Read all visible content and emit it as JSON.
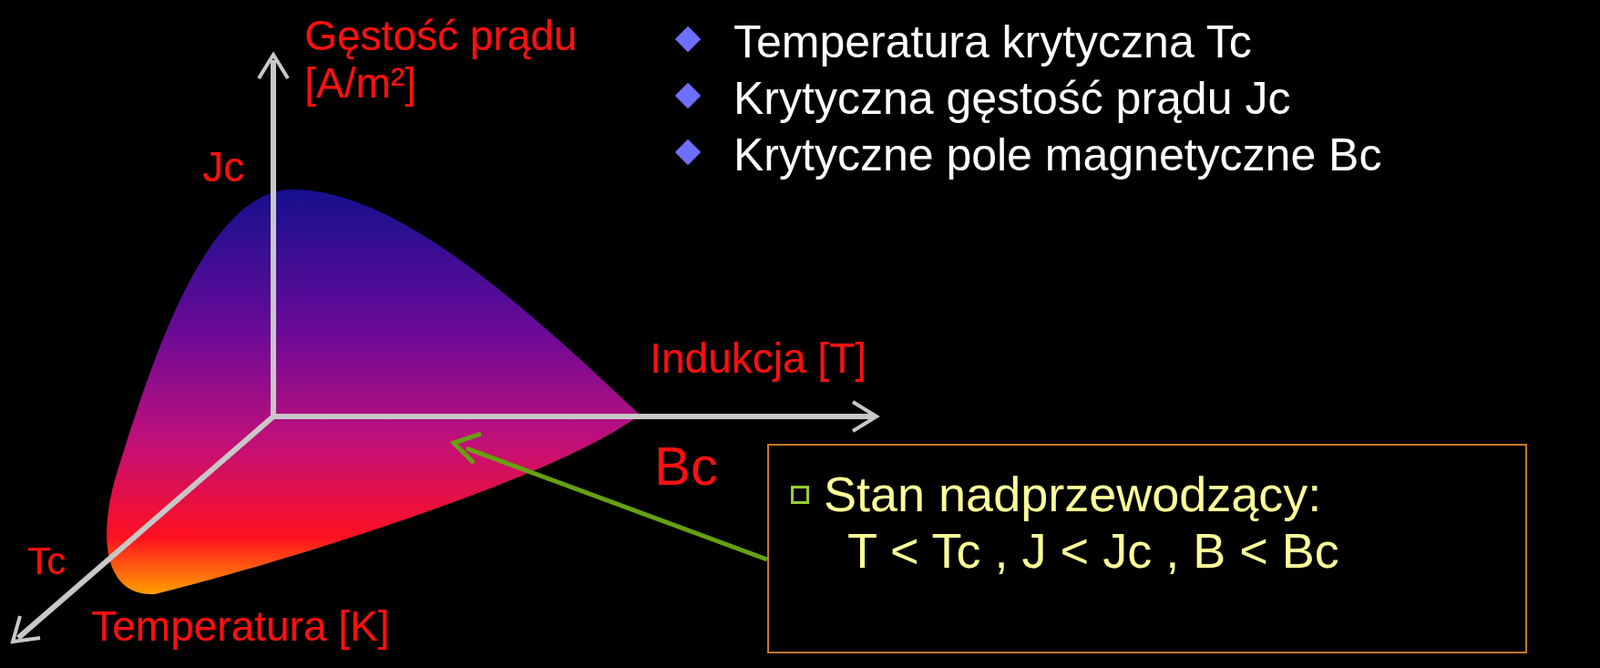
{
  "diagram": {
    "nodes": [
      {
        "text": [
          "Stan nadprzewodzący:",
          "T < Tc , J < Jc , B < Bc"
        ]
      }
    ],
    "labels": [
      "Temperatura krytyczna Tc",
      "Krytyczna gęstość prądu Jc",
      "Krytyczne pole magnetyczne Bc",
      "Gęstość prądu [A/m²]",
      "Jc",
      "Indukcja [T]",
      "Bc",
      "Tc",
      "Temperatura [K]"
    ]
  }
}
